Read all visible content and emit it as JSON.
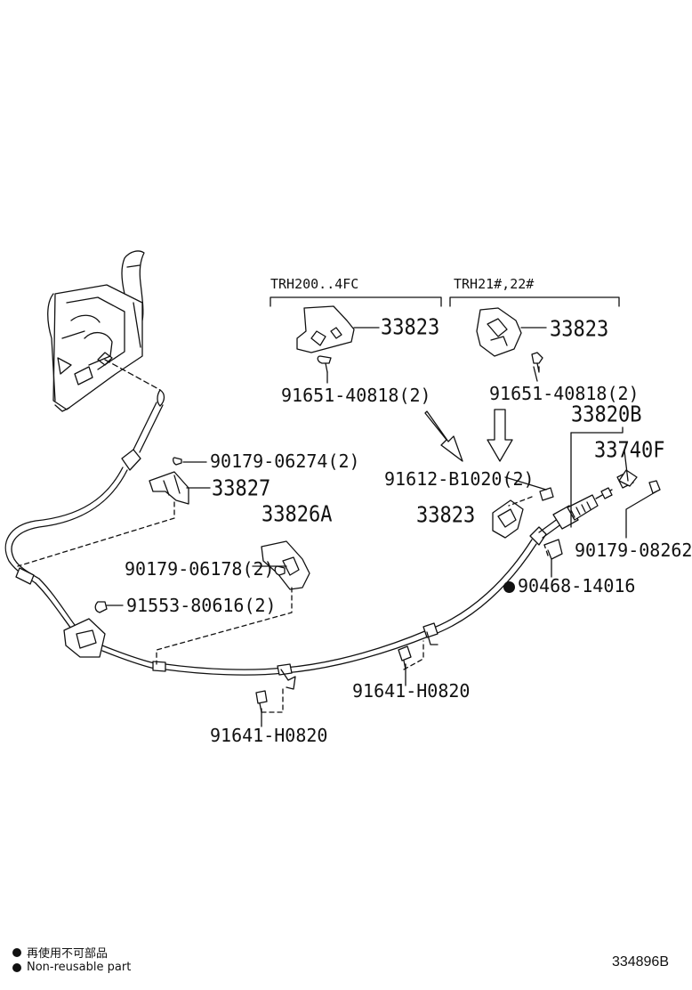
{
  "variants": {
    "left": "TRH200..4FC",
    "right": "TRH21#,22#"
  },
  "parts": {
    "bracket_left": "33823",
    "bolt_left": "91651-40818(2)",
    "bracket_right": "33823",
    "bolt_right": "91651-40818(2)",
    "cable_assy": "33820B",
    "retainer": "33740F",
    "bolt_bracket": "91612-B1020(2)",
    "bracket_common": "33823",
    "clip_upper": "90179-06274(2)",
    "clamp": "33827",
    "bracket_mid": "33826A",
    "nut_mid": "90179-06178(2)",
    "nut_end": "90179-08262",
    "clip_nonreusable": "90468-14016",
    "bolt_shifter": "91553-80616(2)",
    "bolt_clamp_right": "91641-H0820",
    "bolt_clamp_left": "91641-H0820"
  },
  "legend": {
    "line1": "再使用不可部品",
    "line2": "Non-reusable part"
  },
  "diagram_code": "334896B"
}
